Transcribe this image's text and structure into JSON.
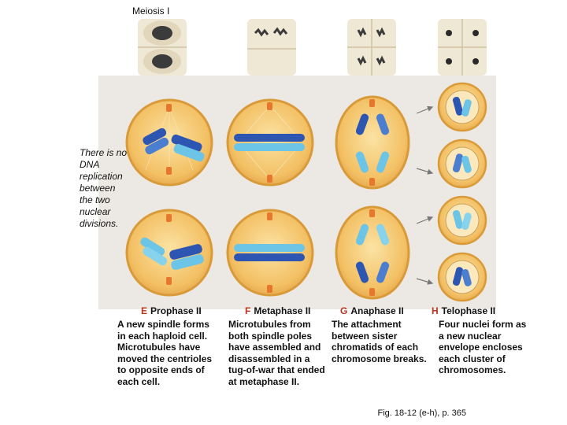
{
  "figure": {
    "title": "Meiosis I",
    "note": "There is no DNA replication between the two nuclear divisions.",
    "caption": "Fig. 18-12 (e-h), p. 365"
  },
  "stages": [
    {
      "letter": "E",
      "name": "Prophase II",
      "description": "A new spindle forms in each haploid cell. Microtubules have moved the centrioles to opposite ends of each cell."
    },
    {
      "letter": "F",
      "name": "Metaphase II",
      "description": "Microtubules from both spindle poles have assembled and disassembled in a tug-of-war that ended at metaphase II."
    },
    {
      "letter": "G",
      "name": "Anaphase II",
      "description": "The attachment between sister chromatids of each chromosome breaks."
    },
    {
      "letter": "H",
      "name": "Telophase II",
      "description": "Four nuclei form as a new nuclear envelope encloses each cluster of chromosomes."
    }
  ],
  "colors": {
    "cell_fill": "#f3c064",
    "cell_border": "#d99a3a",
    "chromosome_dark": "#2d56b3",
    "chromosome_light": "#6cc4e6",
    "centriole": "#e8772e",
    "letter_accent": "#b8341f"
  }
}
